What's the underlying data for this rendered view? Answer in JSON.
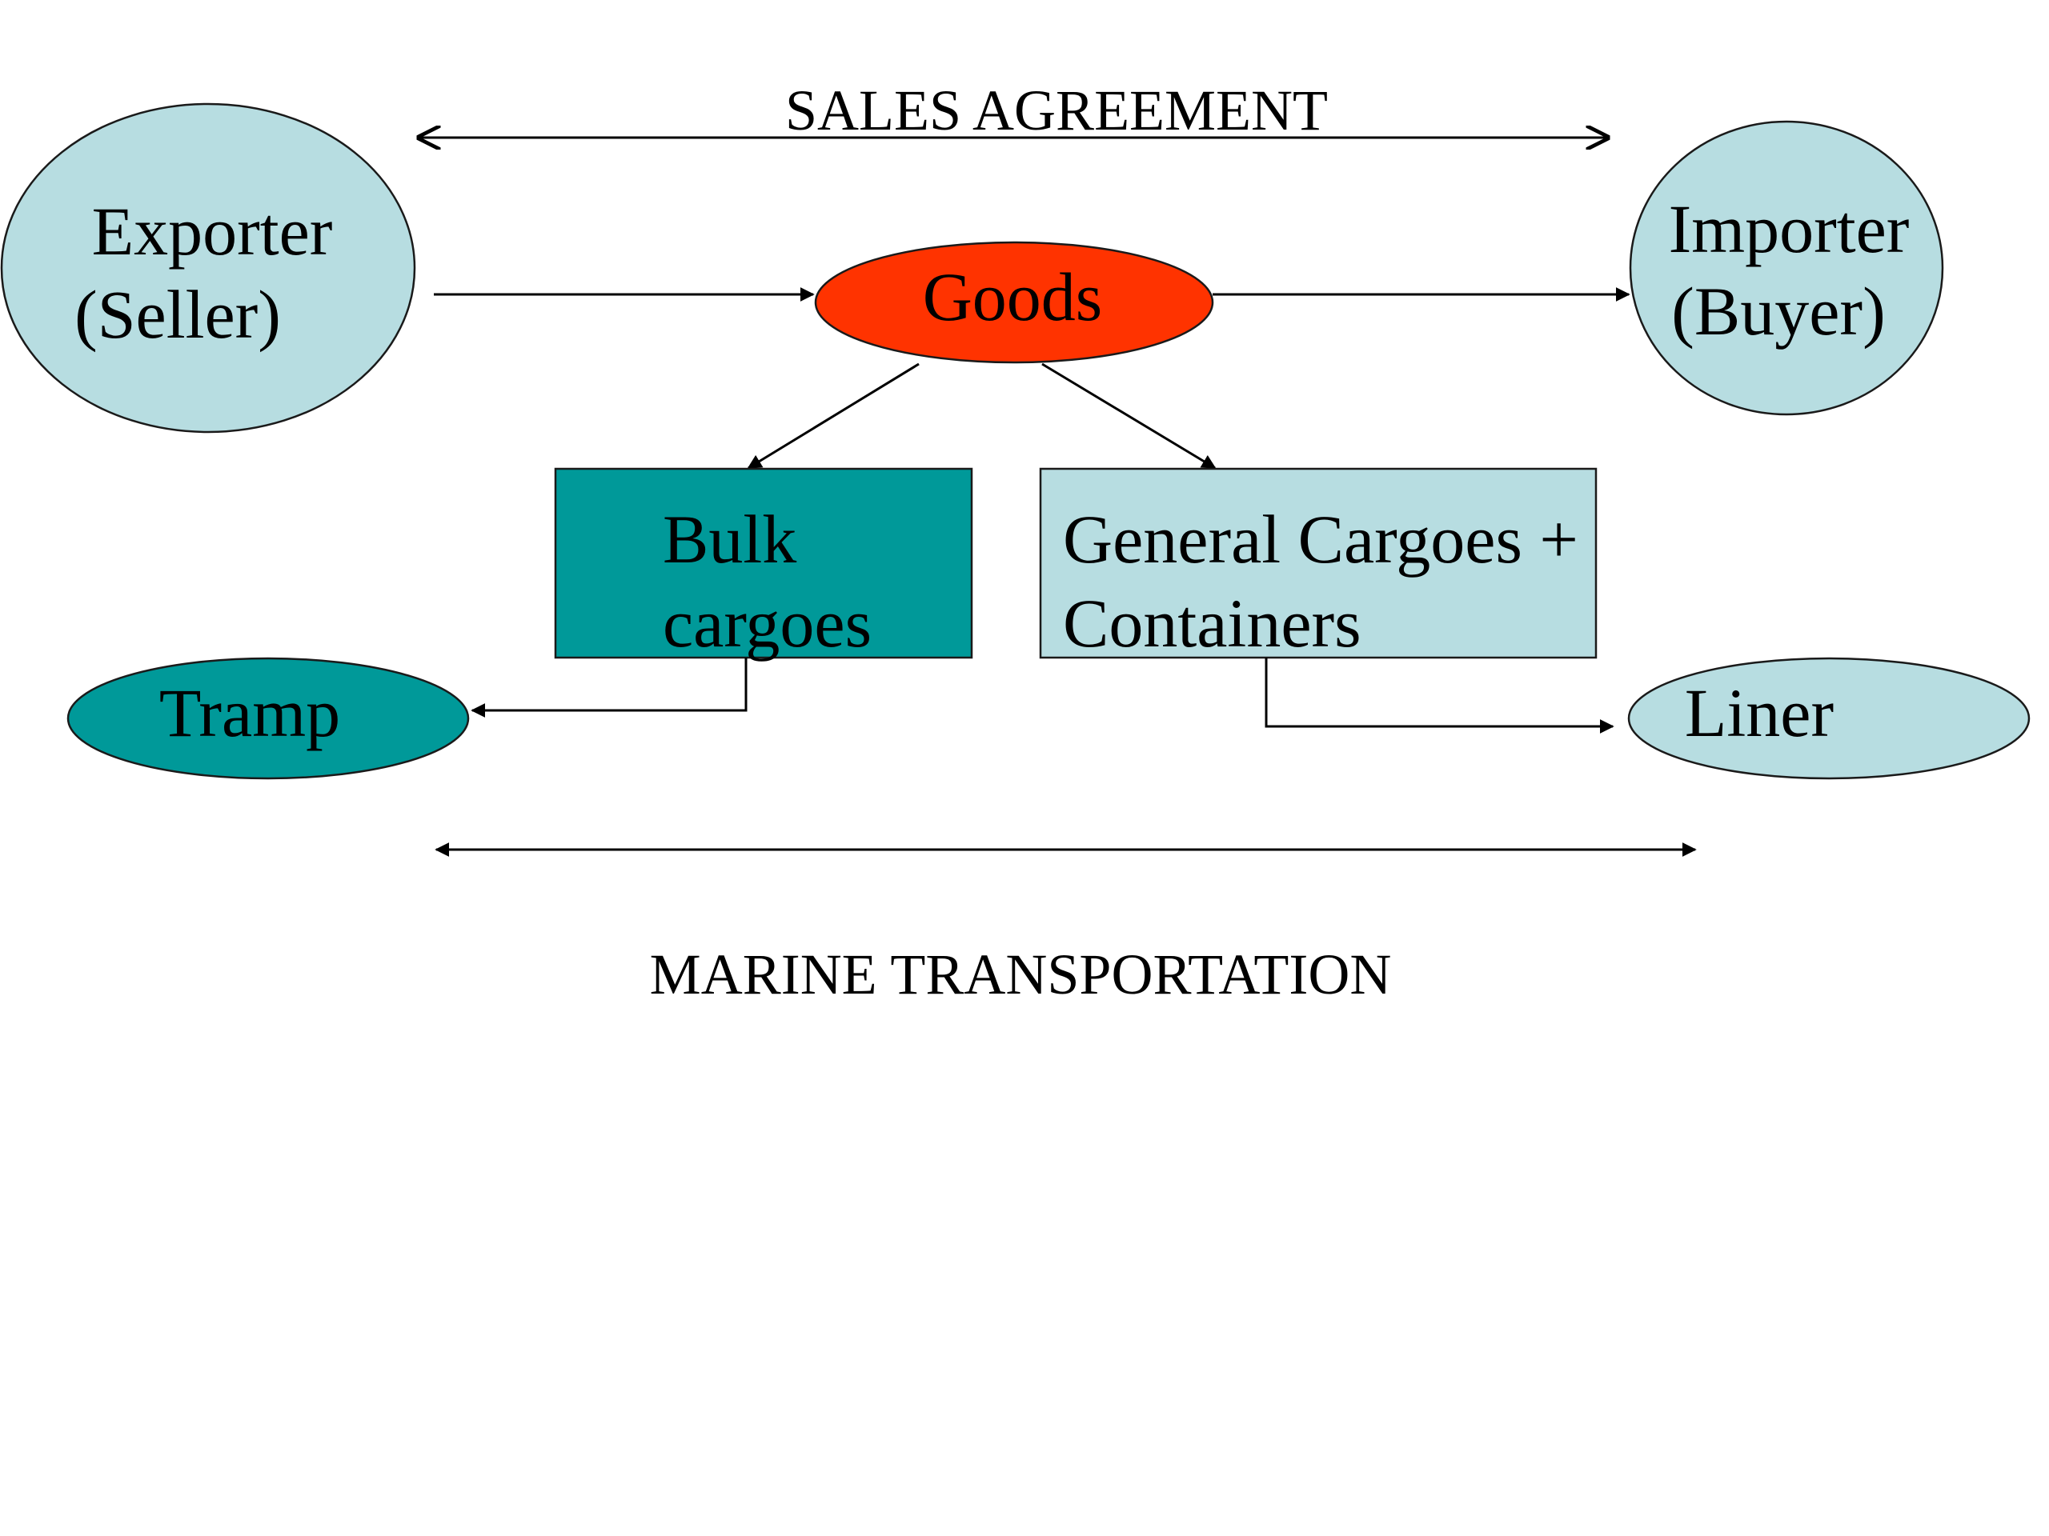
{
  "diagram": {
    "top_label": "SALES AGREEMENT",
    "bottom_label": "MARINE TRANSPORTATION",
    "exporter": {
      "line1": "Exporter",
      "line2": "(Seller)"
    },
    "importer": {
      "line1": "Importer",
      "line2": "(Buyer)"
    },
    "goods": "Goods",
    "bulk": {
      "line1": "Bulk",
      "line2": "cargoes"
    },
    "general": {
      "line1": "General Cargoes +",
      "line2": "Containers"
    },
    "tramp": "Tramp",
    "liner": "Liner"
  },
  "colors": {
    "light_blue": "#b7dde1",
    "teal": "#009999",
    "goods_red": "#ff3300"
  }
}
